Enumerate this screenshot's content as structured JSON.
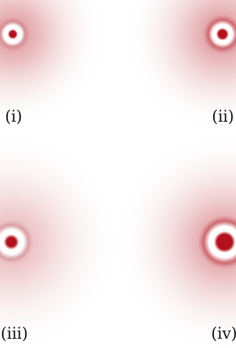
{
  "figure": {
    "panels": [
      {
        "label": "(i)"
      },
      {
        "label": "(ii)"
      },
      {
        "label": "(iii)"
      },
      {
        "label": "(iv)"
      }
    ],
    "colors": {
      "core": "#b3121c",
      "halo": "#c74b52",
      "background": "#ffffff"
    }
  }
}
